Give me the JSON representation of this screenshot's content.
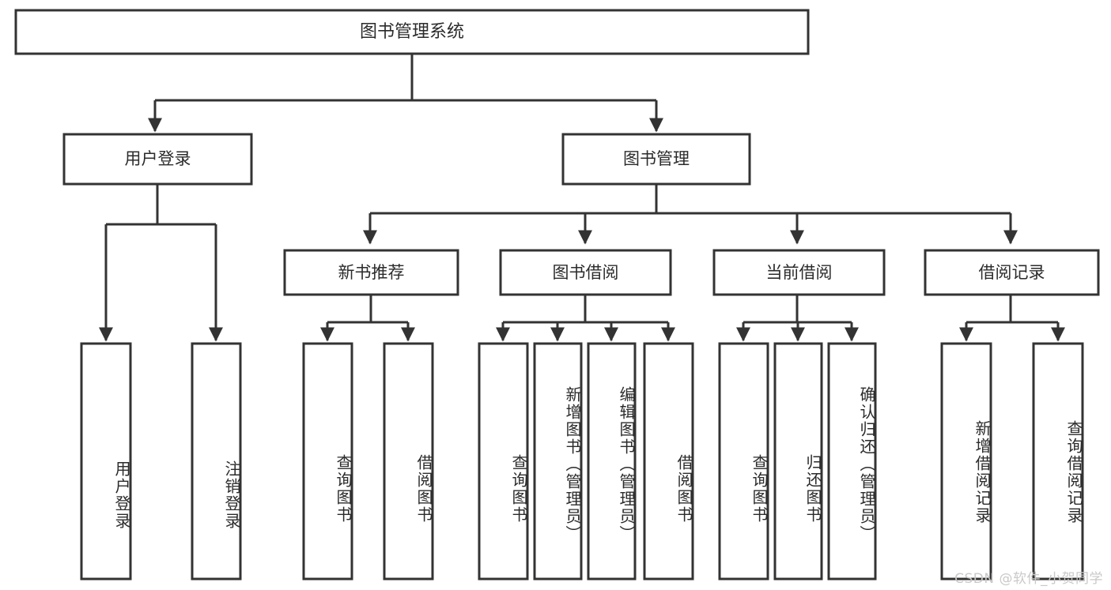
{
  "diagram": {
    "type": "tree-hierarchy",
    "title": "图书管理系统",
    "root": {
      "id": "root",
      "label": "图书管理系统"
    },
    "level2": [
      {
        "id": "user-login",
        "label": "用户登录"
      },
      {
        "id": "book-manage",
        "label": "图书管理"
      }
    ],
    "level3": [
      {
        "id": "new-book-rec",
        "label": "新书推荐",
        "parent": "book-manage"
      },
      {
        "id": "book-borrow",
        "label": "图书借阅",
        "parent": "book-manage"
      },
      {
        "id": "current-borrow",
        "label": "当前借阅",
        "parent": "book-manage"
      },
      {
        "id": "borrow-record",
        "label": "借阅记录",
        "parent": "book-manage"
      }
    ],
    "leaves": [
      {
        "id": "leaf-user-login",
        "label": "用户登录",
        "parent": "user-login"
      },
      {
        "id": "leaf-logout",
        "label": "注销登录",
        "parent": "user-login"
      },
      {
        "id": "leaf-query-book-1",
        "label": "查询图书",
        "parent": "new-book-rec"
      },
      {
        "id": "leaf-borrow-book-1",
        "label": "借阅图书",
        "parent": "new-book-rec"
      },
      {
        "id": "leaf-query-book-2",
        "label": "查询图书",
        "parent": "book-borrow"
      },
      {
        "id": "leaf-add-book",
        "label": "新增图书（管理员）",
        "parent": "book-borrow"
      },
      {
        "id": "leaf-edit-book",
        "label": "编辑图书（管理员）",
        "parent": "book-borrow"
      },
      {
        "id": "leaf-borrow-book-2",
        "label": "借阅图书",
        "parent": "book-borrow"
      },
      {
        "id": "leaf-query-book-3",
        "label": "查询图书",
        "parent": "current-borrow"
      },
      {
        "id": "leaf-return-book",
        "label": "归还图书",
        "parent": "current-borrow"
      },
      {
        "id": "leaf-confirm-return",
        "label": "确认归还（管理员）",
        "parent": "current-borrow"
      },
      {
        "id": "leaf-add-record",
        "label": "新增借阅记录",
        "parent": "borrow-record"
      },
      {
        "id": "leaf-query-record",
        "label": "查询借阅记录",
        "parent": "borrow-record"
      }
    ],
    "watermark": "CSDN @软件_小贺同学",
    "colors": {
      "stroke": "#333333",
      "fill": "#ffffff",
      "text": "#2b2b2b",
      "watermark": "#c9c9c9",
      "background": "#ffffff"
    }
  }
}
